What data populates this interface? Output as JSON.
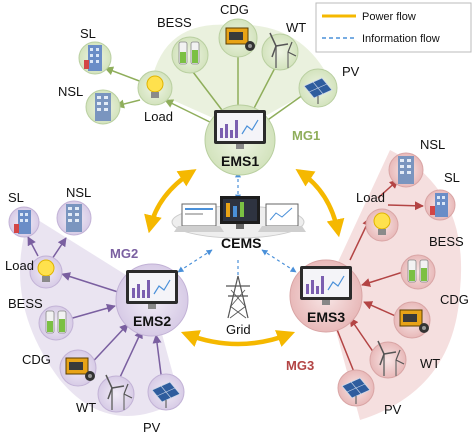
{
  "legend": {
    "power_flow": "Power flow",
    "information_flow": "Information flow"
  },
  "colors": {
    "power": "#f5b800",
    "info": "#4a90d9",
    "mg1": "#8fae5b",
    "mg1_fill": "#dbe8c9",
    "mg2": "#7a5fa0",
    "mg2_fill": "#ddd3e8",
    "mg3": "#b34444",
    "mg3_fill": "#efcdcd"
  },
  "center": {
    "label": "CEMS",
    "grid_label": "Grid",
    "grid_icon": "transmission-tower-icon"
  },
  "mg1": {
    "name": "MG1",
    "hub": "EMS1",
    "nodes": {
      "sl": "SL",
      "nsl": "NSL",
      "load": "Load",
      "bess": "BESS",
      "cdg": "CDG",
      "wt": "WT",
      "pv": "PV"
    }
  },
  "mg2": {
    "name": "MG2",
    "hub": "EMS2",
    "nodes": {
      "sl": "SL",
      "nsl": "NSL",
      "load": "Load",
      "bess": "BESS",
      "cdg": "CDG",
      "wt": "WT",
      "pv": "PV"
    }
  },
  "mg3": {
    "name": "MG3",
    "hub": "EMS3",
    "nodes": {
      "nsl": "NSL",
      "sl": "SL",
      "load": "Load",
      "bess": "BESS",
      "cdg": "CDG",
      "wt": "WT",
      "pv": "PV"
    }
  }
}
